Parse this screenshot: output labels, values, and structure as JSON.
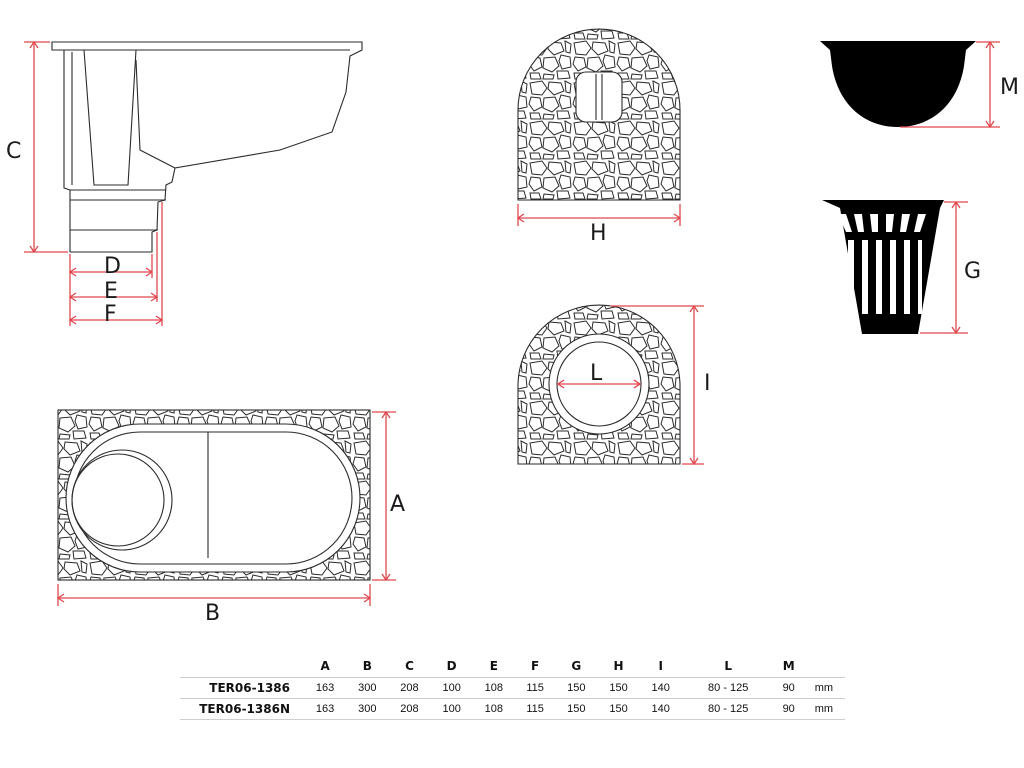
{
  "labels": {
    "A": "A",
    "B": "B",
    "C": "C",
    "D": "D",
    "E": "E",
    "F": "F",
    "G": "G",
    "H": "H",
    "I": "I",
    "L": "L",
    "M": "M"
  },
  "colors": {
    "dimension_line": "#e0484d",
    "outline": "#2b2b2b",
    "fill_dark": "#000000"
  },
  "table": {
    "headers": [
      "A",
      "B",
      "C",
      "D",
      "E",
      "F",
      "G",
      "H",
      "I",
      "L",
      "M"
    ],
    "rows": [
      {
        "model": "TER06-1386",
        "values": [
          "163",
          "300",
          "208",
          "100",
          "108",
          "115",
          "150",
          "150",
          "140",
          "80 - 125",
          "90"
        ],
        "unit": "mm"
      },
      {
        "model": "TER06-1386N",
        "values": [
          "163",
          "300",
          "208",
          "100",
          "108",
          "115",
          "150",
          "150",
          "140",
          "80 - 125",
          "90"
        ],
        "unit": "mm"
      }
    ]
  }
}
